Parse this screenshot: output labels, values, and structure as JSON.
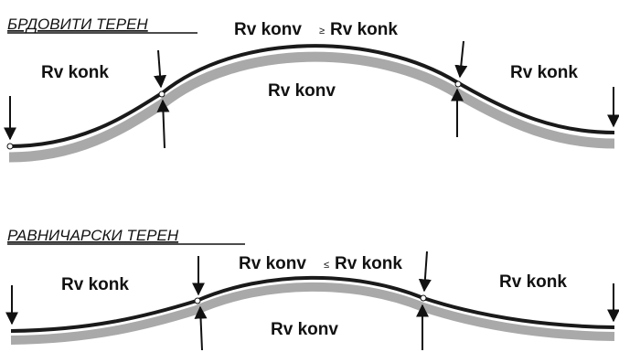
{
  "colors": {
    "road_top": "#1a1a1a",
    "road_base": "#a9a9a9",
    "ink": "#111111"
  },
  "panels": [
    {
      "title": "БРДОВИТИ ТЕРЕН",
      "label_left": "Rv konk",
      "label_top_a": "Rv konv",
      "label_relation": "≥",
      "label_top_b": "Rv konk",
      "label_middle": "Rv konv",
      "label_right": "Rv konk"
    },
    {
      "title": "РАВНИЧАРСКИ ТЕРЕН",
      "label_left": "Rv konk",
      "label_top_a": "Rv konv",
      "label_relation": "≤",
      "label_top_b": "Rv konk",
      "label_middle": "Rv konv",
      "label_right": "Rv konk"
    }
  ]
}
